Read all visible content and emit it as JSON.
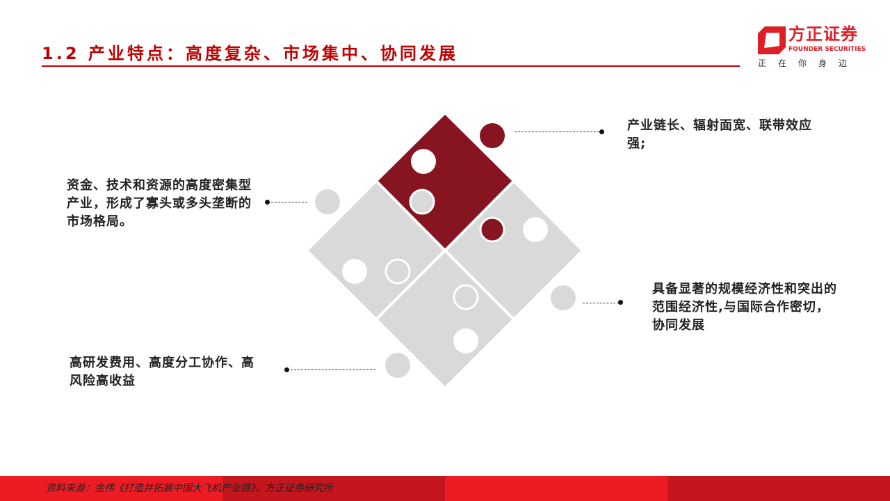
{
  "header": {
    "title": "1.2 产业特点：高度复杂、市场集中、协同发展"
  },
  "logo": {
    "name_cn": "方正证券",
    "name_en": "FOUNDER SECURITIES",
    "slogan": "正在你身边"
  },
  "points": {
    "top_right": "产业链长、辐射面宽、联带效应强;",
    "left": "资金、技术和资源的高度密集型产业，形成了寡头或多头垄断的市场格局。",
    "right": "具备显著的规模经济性和突出的范围经济性,与国际合作密切，协同发展",
    "bottom_left": "高研发费用、高度分工协作、高风险高收益"
  },
  "footer": {
    "source": "资料来源：金伟《打造并拓展中国大飞机产业链》，方正证券研究所"
  },
  "colors": {
    "accent": "#C00000",
    "puzzle_highlight": "#861421",
    "puzzle_gray": "#D9D9D9",
    "footer_a": "#ED1C24",
    "footer_b": "#C4161C"
  }
}
